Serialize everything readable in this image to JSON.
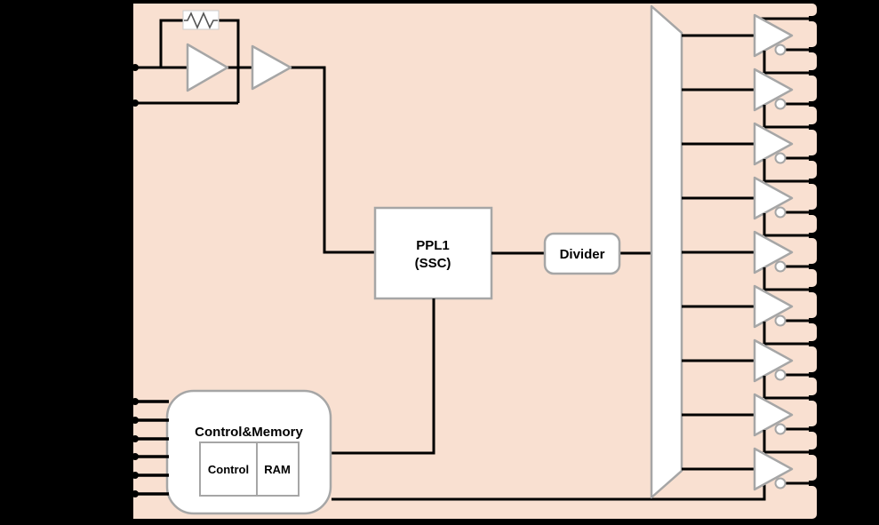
{
  "diagram": {
    "palette": {
      "background": "#000000",
      "chip_fill": "#f9e0d1",
      "shape_fill": "#ffffff",
      "shape_border": "#a6a6a6",
      "wire": "#000000"
    },
    "oscillator": {
      "resistor_icon": "feedback-resistor",
      "amplifier_count": 2,
      "input_pin_count": 2
    },
    "blocks": {
      "pll": {
        "line1": "PPL1",
        "line2": "(SSC)"
      },
      "divider": {
        "label": "Divider"
      },
      "control_memory": {
        "title": "Control&Memory",
        "control_label": "Control",
        "ram_label": "RAM"
      }
    },
    "control_pins": {
      "bottom_left_count": 6
    },
    "output_buffers": {
      "count": 9,
      "differential": true,
      "outputs_per_buffer": 2
    }
  }
}
